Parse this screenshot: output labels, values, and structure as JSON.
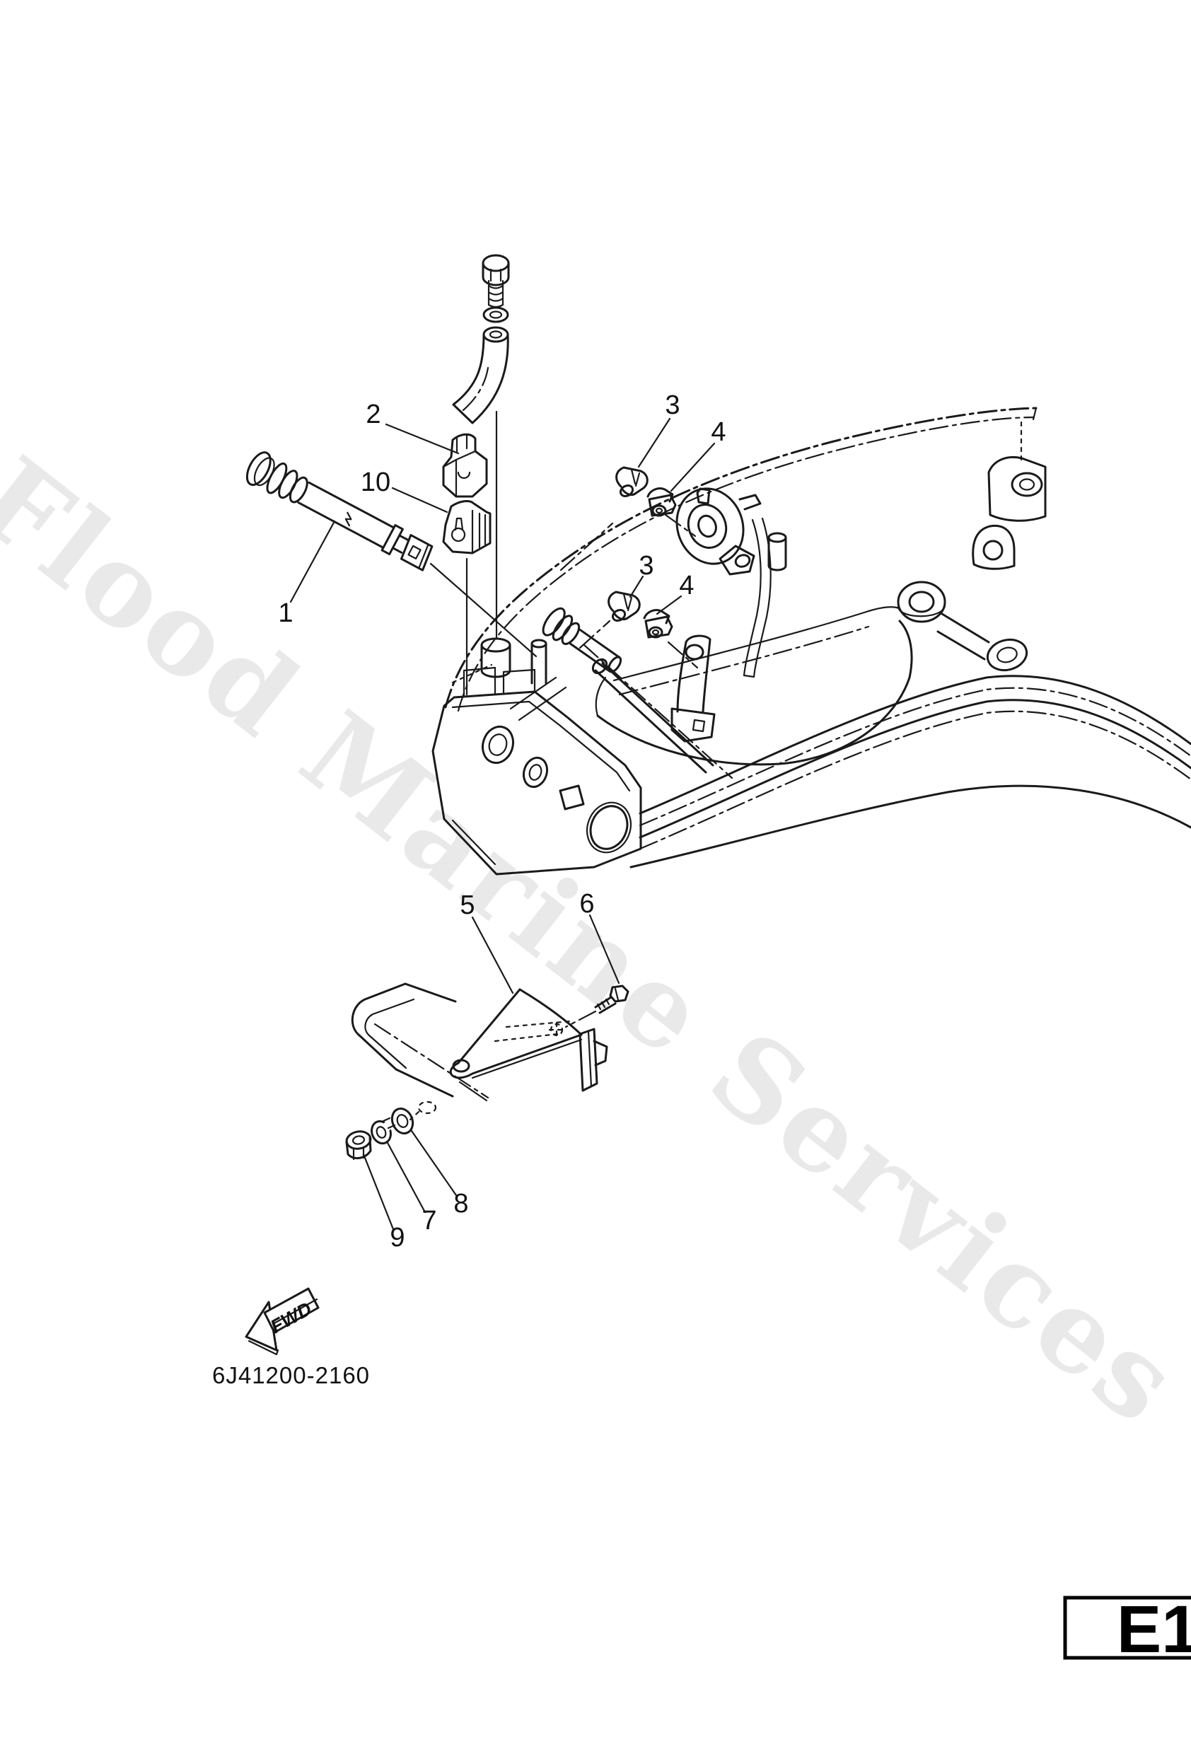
{
  "watermark": {
    "text": "Flood Marine Services",
    "color": "#e9e9e9"
  },
  "labels": {
    "part1": "1",
    "part2": "2",
    "part3_upper": "3",
    "part4_upper": "4",
    "part3_lower": "3",
    "part4_lower": "4",
    "part5": "5",
    "part6": "6",
    "part7": "7",
    "part8": "8",
    "part9": "9",
    "part10": "10"
  },
  "fwd_arrow": {
    "text": "FWD"
  },
  "drawing_number": "6J41200-2160",
  "page_ref": "E1",
  "colors": {
    "line": "#1a1a1a",
    "background": "#ffffff",
    "watermark": "#e9e9e9",
    "label": "#111111"
  }
}
